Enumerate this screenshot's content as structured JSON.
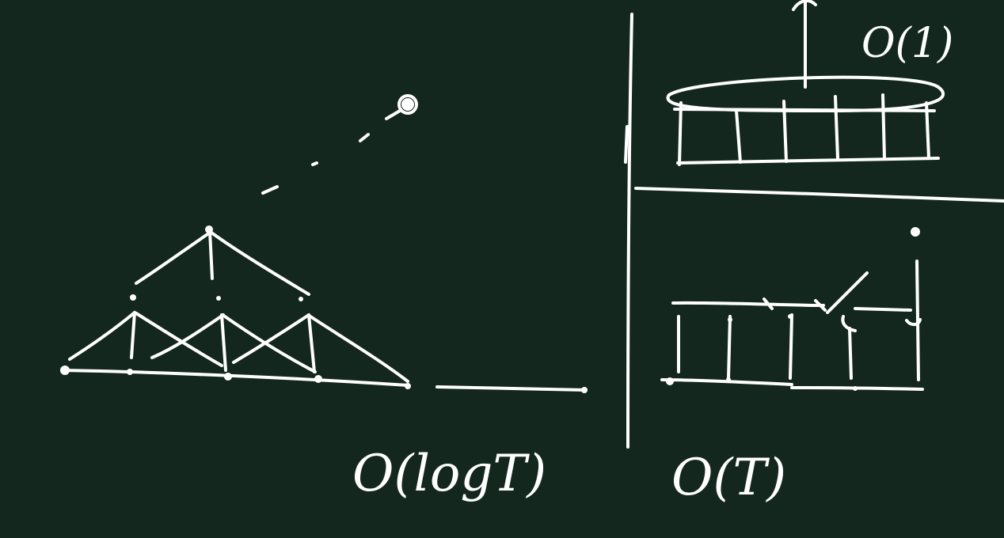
{
  "canvas": {
    "background": "#13271f",
    "ink": "#ffffff"
  },
  "labels": {
    "left_complexity": "O(logT)",
    "top_right_complexity": "O(1)",
    "bottom_right_complexity": "O(T)"
  },
  "sketches": [
    "binary-tree-prefix-structure",
    "single-block-over-array",
    "sequential-chain-over-array"
  ]
}
